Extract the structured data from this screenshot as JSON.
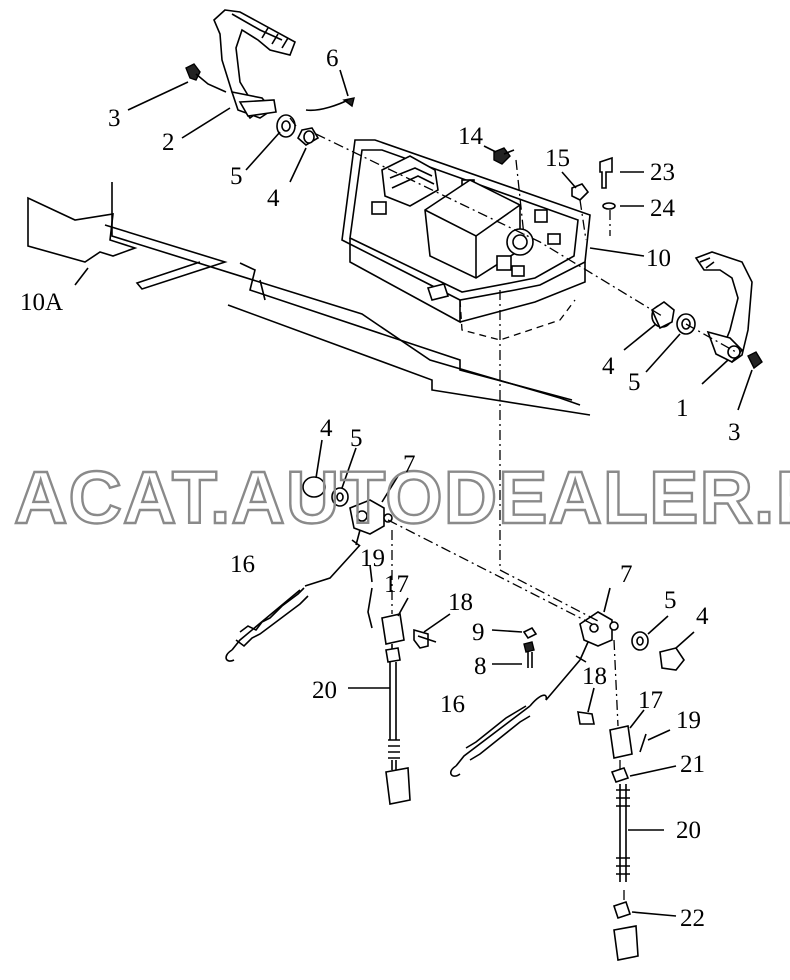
{
  "watermark": "ACAT.AUTODEALER.RU",
  "callouts": [
    {
      "id": "c1",
      "text": "1"
    },
    {
      "id": "c2",
      "text": "2"
    },
    {
      "id": "c3a",
      "text": "3"
    },
    {
      "id": "c3b",
      "text": "3"
    },
    {
      "id": "c4a",
      "text": "4"
    },
    {
      "id": "c4b",
      "text": "4"
    },
    {
      "id": "c4c",
      "text": "4"
    },
    {
      "id": "c4d",
      "text": "4"
    },
    {
      "id": "c5a",
      "text": "5"
    },
    {
      "id": "c5b",
      "text": "5"
    },
    {
      "id": "c5c",
      "text": "5"
    },
    {
      "id": "c5d",
      "text": "5"
    },
    {
      "id": "c6",
      "text": "6"
    },
    {
      "id": "c7a",
      "text": "7"
    },
    {
      "id": "c7b",
      "text": "7"
    },
    {
      "id": "c8",
      "text": "8"
    },
    {
      "id": "c9",
      "text": "9"
    },
    {
      "id": "c10",
      "text": "10"
    },
    {
      "id": "c10A",
      "text": "10A"
    },
    {
      "id": "c14",
      "text": "14"
    },
    {
      "id": "c15",
      "text": "15"
    },
    {
      "id": "c16a",
      "text": "16"
    },
    {
      "id": "c16b",
      "text": "16"
    },
    {
      "id": "c17a",
      "text": "17"
    },
    {
      "id": "c17b",
      "text": "17"
    },
    {
      "id": "c18a",
      "text": "18"
    },
    {
      "id": "c18b",
      "text": "18"
    },
    {
      "id": "c19a",
      "text": "19"
    },
    {
      "id": "c19b",
      "text": "19"
    },
    {
      "id": "c20a",
      "text": "20"
    },
    {
      "id": "c20b",
      "text": "20"
    },
    {
      "id": "c21",
      "text": "21"
    },
    {
      "id": "c22",
      "text": "22"
    },
    {
      "id": "c23",
      "text": "23"
    },
    {
      "id": "c24",
      "text": "24"
    }
  ]
}
